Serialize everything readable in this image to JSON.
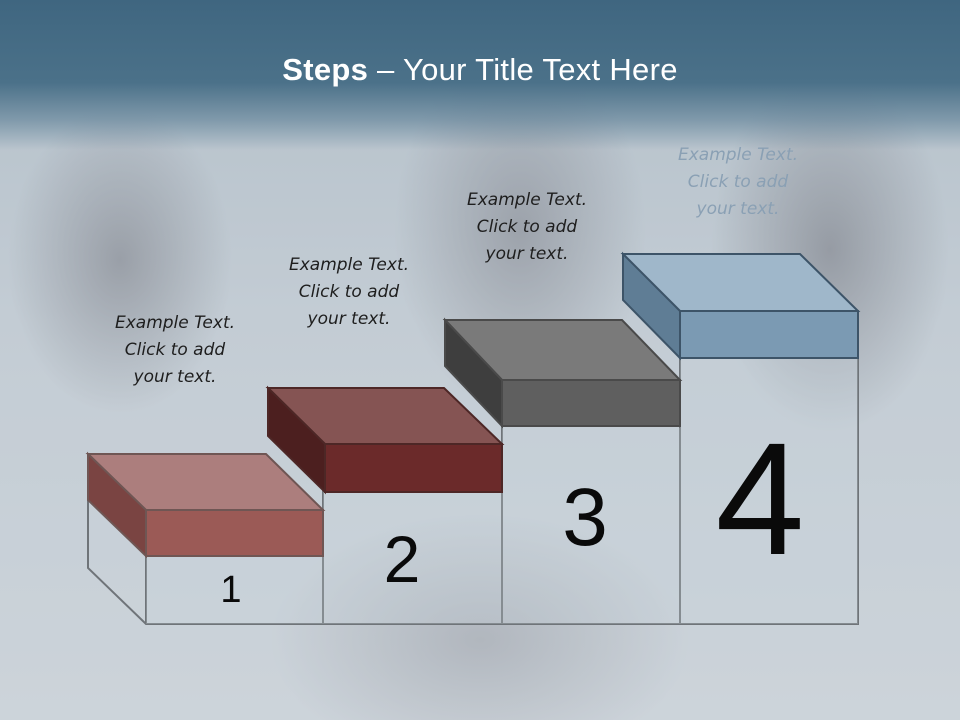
{
  "slide": {
    "title_bold": "Steps",
    "title_rest": " – Your Title Text Here"
  },
  "steps": [
    {
      "number": "1",
      "caption_line1": "Example Text.",
      "caption_line2": "Click  to add",
      "caption_line3": "your text.",
      "block_color": "#9b5a56"
    },
    {
      "number": "2",
      "caption_line1": "Example Text.",
      "caption_line2": "Click  to add",
      "caption_line3": "your text.",
      "block_color": "#6b2a2a"
    },
    {
      "number": "3",
      "caption_line1": "Example Text.",
      "caption_line2": "Click  to add",
      "caption_line3": "your text.",
      "block_color": "#5f5f5f"
    },
    {
      "number": "4",
      "caption_line1": "Example Text.",
      "caption_line2": "Click  to add",
      "caption_line3": "your text.",
      "block_color": "#7b9ab3"
    }
  ]
}
